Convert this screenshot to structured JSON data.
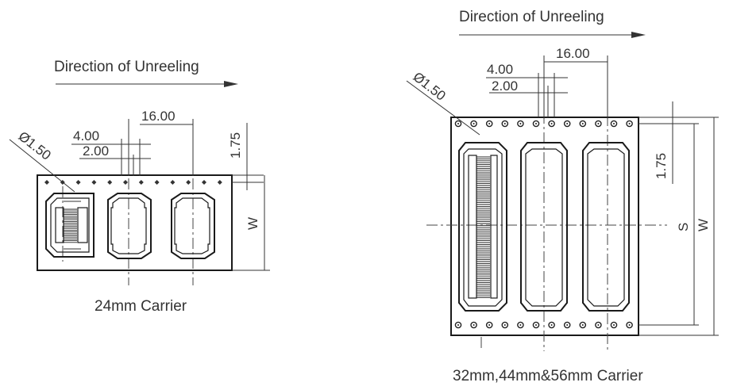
{
  "carrier_24": {
    "direction_label": "Direction of Unreeling",
    "caption": "24mm Carrier",
    "dims": {
      "pitch": "16.00",
      "p0": "4.00",
      "p2": "2.00",
      "hole": "Ø1.50",
      "edge": "1.75",
      "width": "W"
    }
  },
  "carrier_wide": {
    "direction_label": "Direction of Unreeling",
    "caption": "32mm,44mm&56mm Carrier",
    "dims": {
      "pitch": "16.00",
      "p0": "4.00",
      "p2": "2.00",
      "hole": "Ø1.50",
      "edge": "1.75",
      "hole_span": "S",
      "width": "W"
    }
  }
}
